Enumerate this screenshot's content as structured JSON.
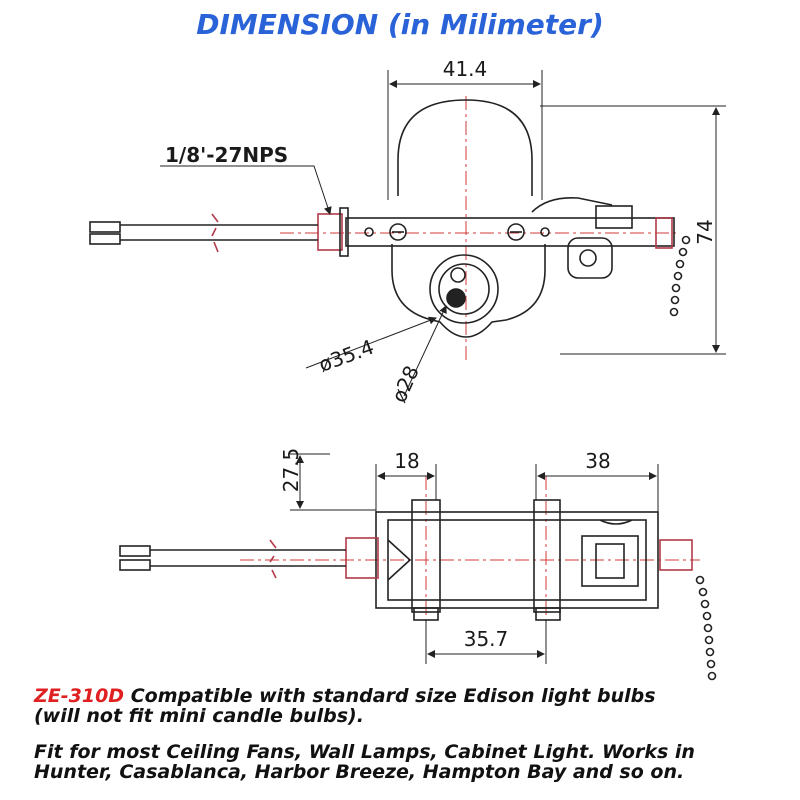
{
  "title": "DIMENSION (in Milimeter)",
  "dimensions": {
    "top_width": "41.4",
    "thread": "1/8'-27NPS",
    "height": "74",
    "outer_diameter": "ø35.4",
    "inner_diameter": "ø28",
    "depth": "27.5",
    "left_span": "18",
    "right_span": "38",
    "bolt_span": "35.7"
  },
  "caption": {
    "model": "ZE-310D",
    "line1_rest": " Compatible with standard size Edison light bulbs",
    "line2": "(will not fit mini candle bulbs).",
    "line3": "Fit for most Ceiling Fans, Wall Lamps, Cabinet Light. Works in",
    "line4": "Hunter, Casablanca, Harbor Breeze, Hampton Bay and so on."
  },
  "colors": {
    "title": "#2a63d8",
    "model": "#e02020",
    "centerline": "#d23a3a"
  }
}
